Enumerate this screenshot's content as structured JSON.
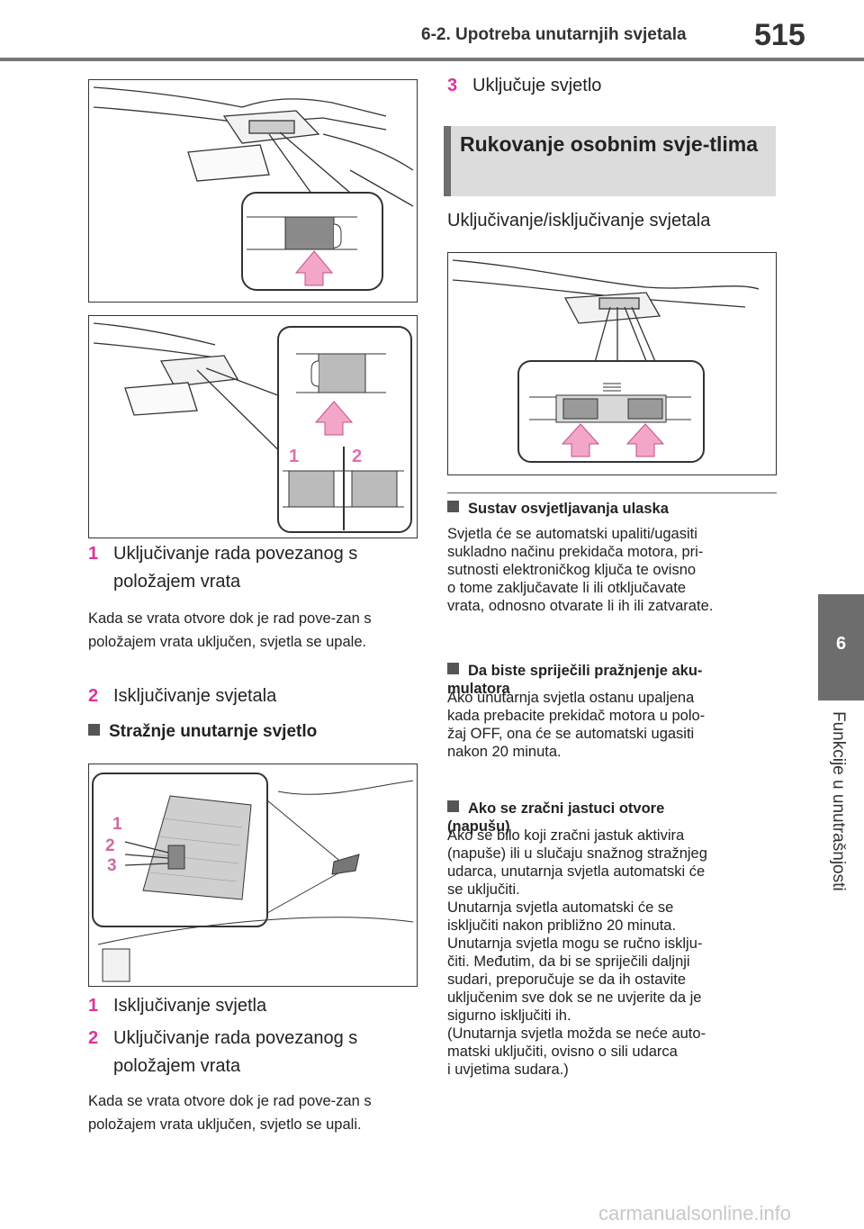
{
  "header": {
    "section_title": "6-2. Upotreba unutarnjih svjetala",
    "page_number": "515"
  },
  "side_tab": {
    "chapter_number": "6",
    "chapter_title": "Funkcije u unutrašnjosti"
  },
  "left": {
    "figure2_labels": [
      "1",
      "2"
    ],
    "items_a": [
      {
        "num": "1",
        "text": "Uključivanje rada povezanog s položajem vrata"
      }
    ],
    "para_a": "Kada se vrata otvore dok je rad pove-zan s položajem vrata uključen, svjetla se upale.",
    "item_a2": {
      "num": "2",
      "text": "Isključivanje svjetala"
    },
    "rear_heading": "Stražnje unutarnje svjetlo",
    "figure3_labels": [
      "1",
      "2",
      "3"
    ],
    "items_b": [
      {
        "num": "1",
        "text": "Isključivanje svjetla"
      },
      {
        "num": "2",
        "text": "Uključivanje rada povezanog s položajem vrata"
      }
    ],
    "para_b": "Kada se vrata otvore dok je rad pove-zan s položajem vrata uključen, svjetlo se upali."
  },
  "right": {
    "item3": {
      "num": "3",
      "text": "Uključuje svjetlo"
    },
    "box_heading": "Rukovanje osobnim svje-tlima",
    "sub_text": "Uključivanje/isključivanje svjetala",
    "sections": [
      {
        "heading": "Sustav osvjetljavanja ulaska",
        "body": "Svjetla će se automatski upaliti/ugasiti\nsukladno načinu prekidača motora, pri-\nsutnosti elektroničkog ključa te ovisno\no tome zaključavate li ili otključavate\nvrata, odnosno otvarate li ih ili zatvarate."
      },
      {
        "heading": "Da biste spriječili pražnjenje aku-\nmulatora",
        "body": "Ako unutarnja svjetla ostanu upaljena\nkada prebacite prekidač motora u polo-\nžaj OFF, ona će se automatski ugasiti\nnakon 20 minuta."
      },
      {
        "heading": "Ako se zračni jastuci otvore\n(napušu)",
        "body": "Ako se bilo koji zračni jastuk aktivira\n(napuše) ili u slučaju snažnog stražnjeg\nudarca, unutarnja svjetla automatski će\nse uključiti.\nUnutarnja svjetla automatski će se\nisključiti nakon približno 20 minuta.\nUnutarnja svjetla mogu se ručno isklju-\nčiti. Međutim, da bi se spriječili daljnji\nsudari, preporučuje se da ih ostavite\nuključenim sve dok se ne uvjerite da je\nsigurno isključiti ih.\n(Unutarnja svjetla možda se neće auto-\nmatski uključiti, ovisno o sili udarca\ni uvjetima sudara.)"
      }
    ]
  },
  "watermark": "carmanualsonline.info",
  "colors": {
    "accent": "#e0309a",
    "arrow": "#f4a6c8",
    "tab": "#6d6d6d",
    "box": "#dcdcdc"
  }
}
